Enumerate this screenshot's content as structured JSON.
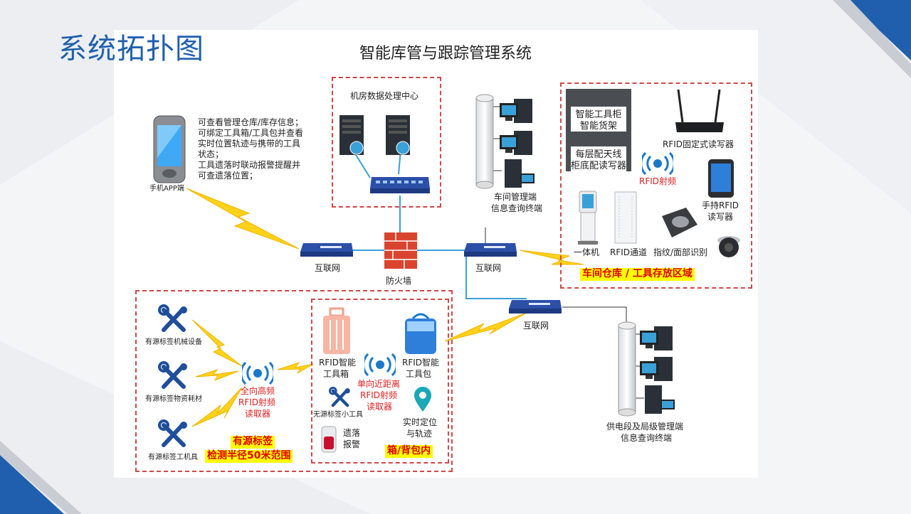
{
  "slide_title": "系统拓扑图",
  "diagram_title": "智能库管与跟踪管理系统",
  "mobile": {
    "label": "手机APP端",
    "desc": [
      "可查看管理仓库/库存信息；",
      "可绑定工具箱/工具包并查看",
      "实时位置轨迹与携带的工具",
      "状态；",
      "工具遗落时联动报警提醒并",
      "可查遗落位置；"
    ]
  },
  "datacenter": {
    "label": "机房数据处理中心"
  },
  "network": {
    "internet_1": "互联网",
    "internet_2": "互联网",
    "internet_3": "互联网",
    "firewall": "防火墙"
  },
  "workshop_terminal": {
    "label_1": "车间管理端",
    "label_2": "信息查询终端"
  },
  "supply_terminal": {
    "label_1": "供电段及局级管理端",
    "label_2": "信息查询终端"
  },
  "warehouse": {
    "cabinet_1": "智能工具柜",
    "cabinet_2": "智能货架",
    "antenna_1": "每层配天线",
    "antenna_2": "柜底配读写器",
    "fixed_reader": "RFID固定式读写器",
    "rfid_rf": "RFID射频",
    "handheld_1": "手持RFID",
    "handheld_2": "读写器",
    "kiosk": "一体机",
    "channel": "RFID通道",
    "biometric": "指纹/面部识别",
    "zone": "车间仓库  /  工具存放区域"
  },
  "active": {
    "item_1": "有源标签机械设备",
    "item_2": "有源标签物资耗材",
    "item_3": "有源标签工机具",
    "reader_1": "全向高频",
    "reader_2": "RFID射频",
    "reader_3": "读取器",
    "zone_1": "有源标签",
    "zone_2": "检测半径50米范围"
  },
  "box": {
    "toolbox_1": "RFID智能",
    "toolbox_2": "工具箱",
    "toolbag_1": "RFID智能",
    "toolbag_2": "工具包",
    "reader_1": "单向近距离",
    "reader_2": "RFID射频",
    "reader_3": "读取器",
    "passive": "无源标签小工具",
    "locate_1": "实时定位",
    "locate_2": "与轨迹",
    "alarm_1": "遗落",
    "alarm_2": "报警",
    "zone": "箱/背包内"
  },
  "colors": {
    "title_blue": "#1f5fae",
    "accent_red": "#e02020",
    "highlight": "#ffff00",
    "switch_blue": "#2c4fa8"
  }
}
